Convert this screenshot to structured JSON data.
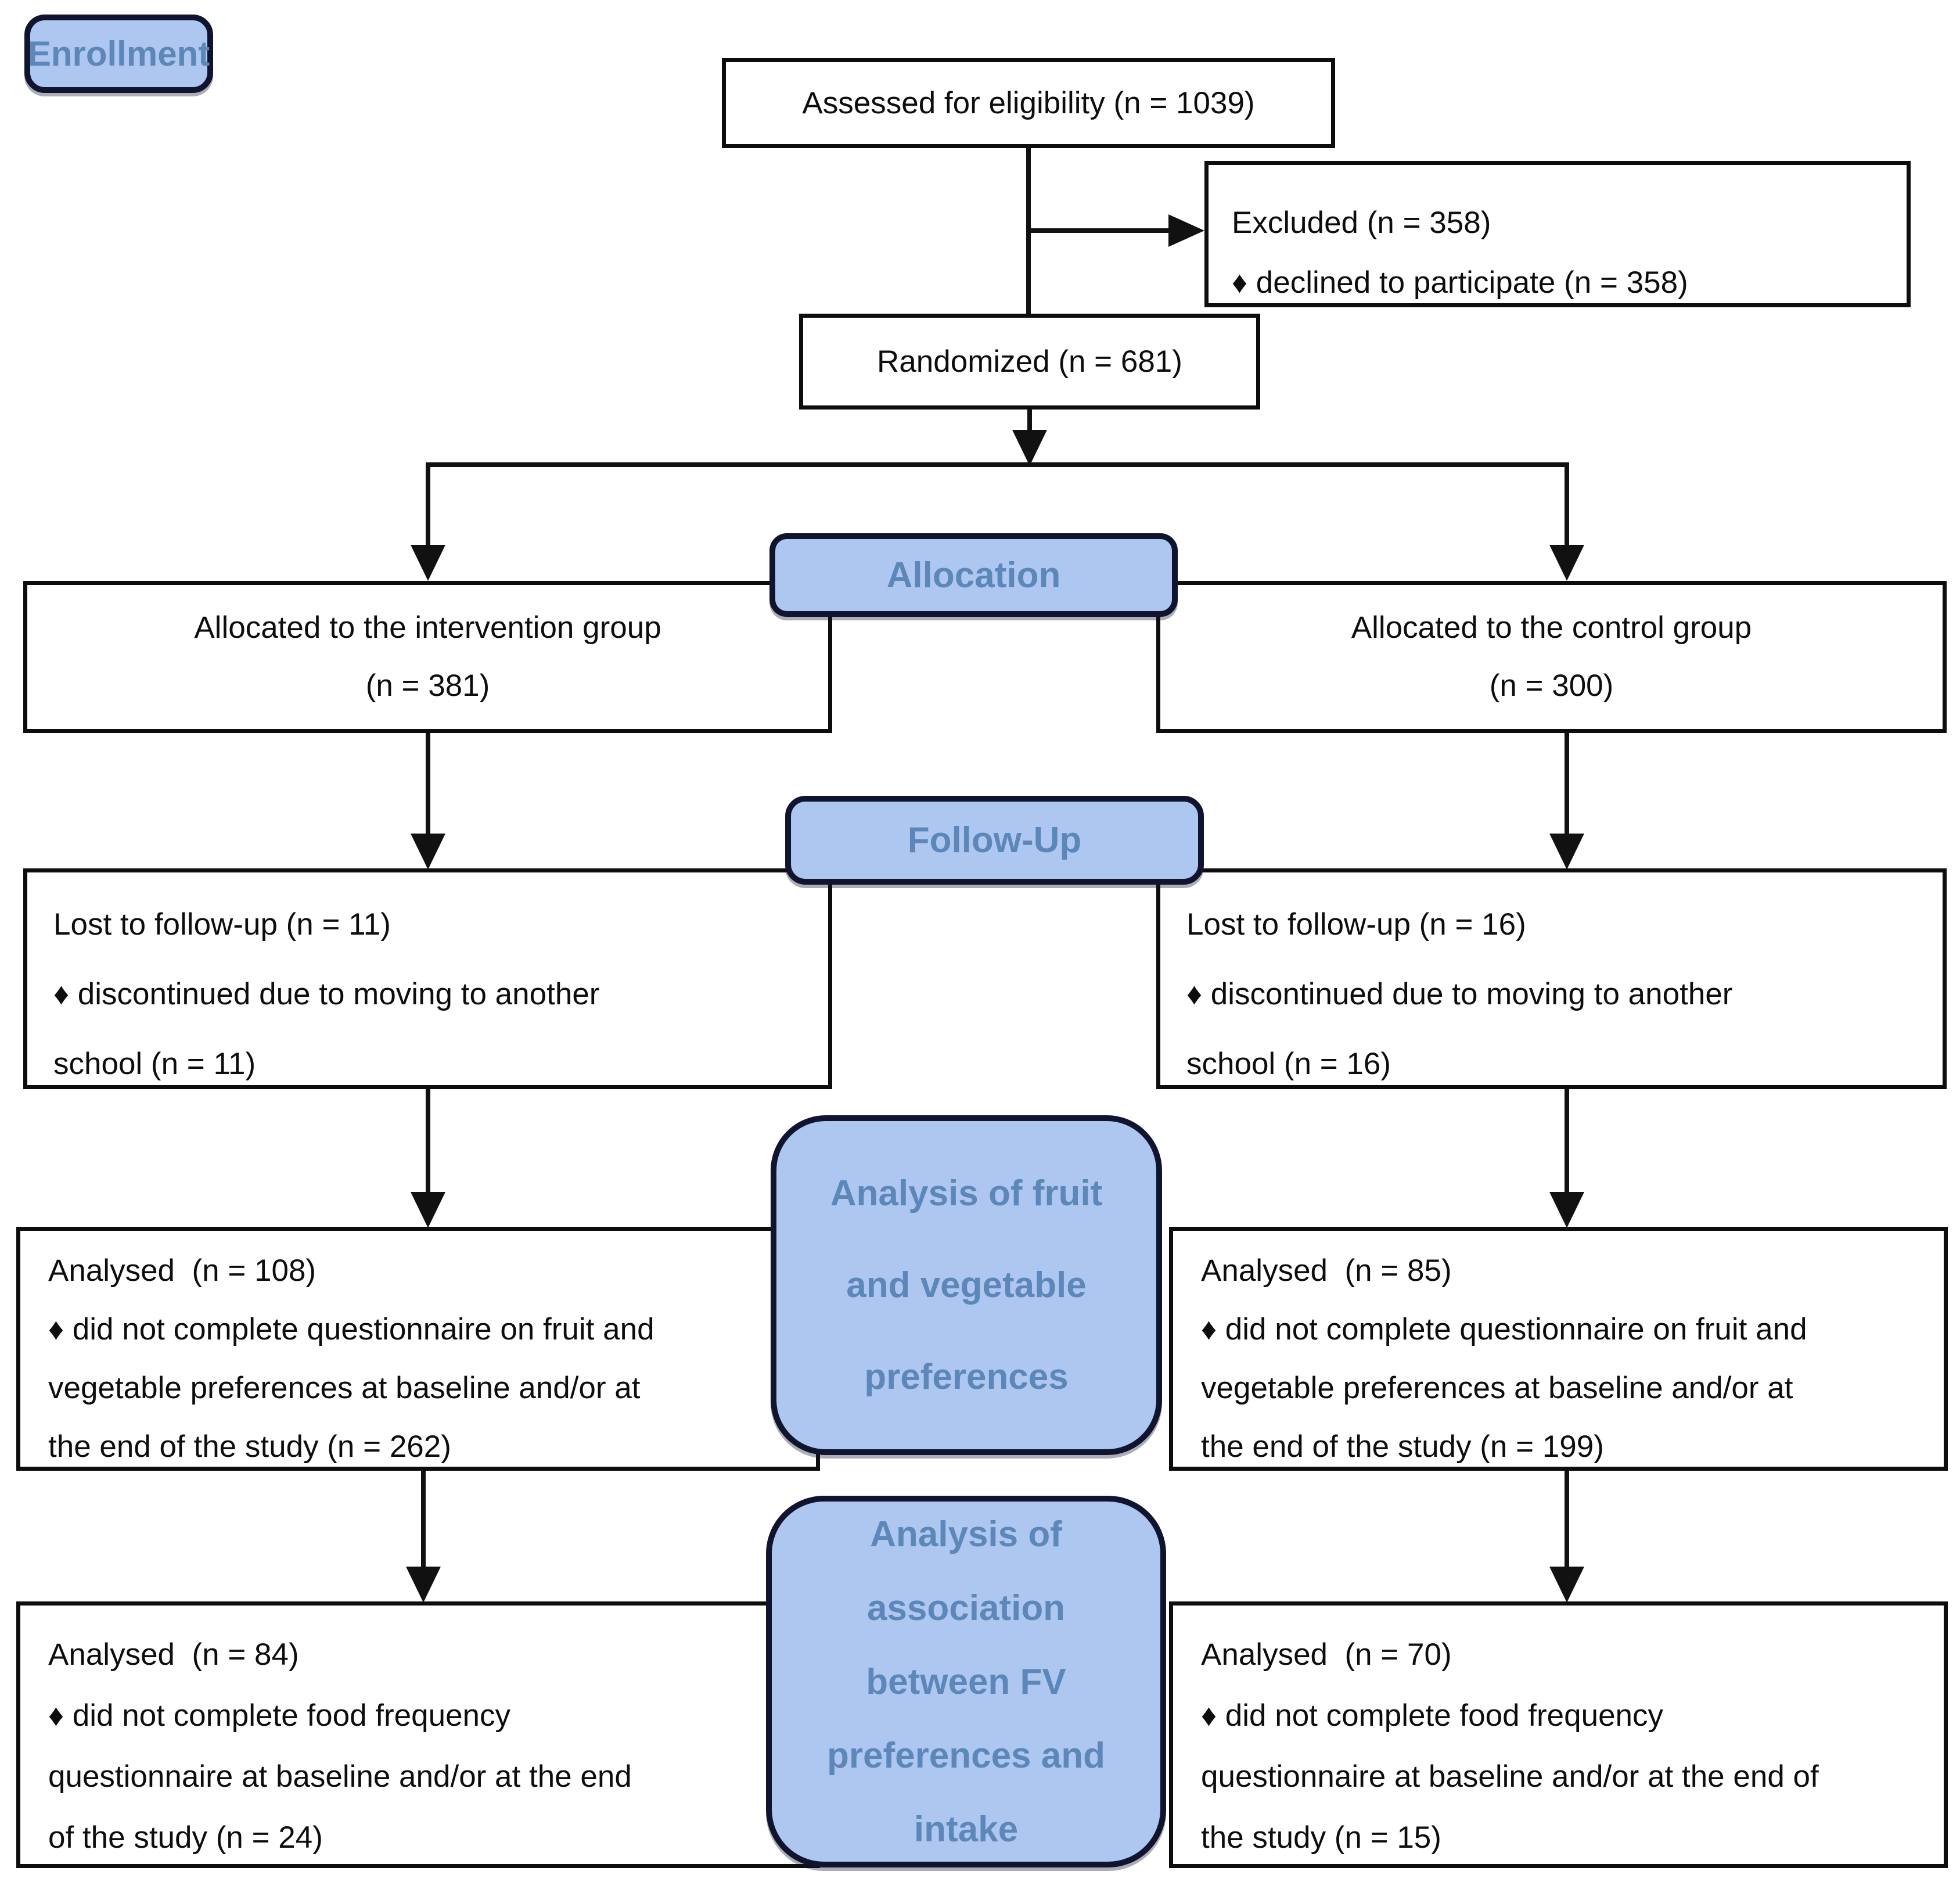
{
  "badges": {
    "enrollment": {
      "label": "Enrollment"
    },
    "allocation": {
      "label": "Allocation"
    },
    "follow_up": {
      "label": "Follow-Up"
    },
    "analysis_fv": {
      "lines": [
        "Analysis of fruit",
        "and vegetable",
        "preferences"
      ]
    },
    "analysis_assoc": {
      "lines": [
        "Analysis of",
        "association",
        "between FV",
        "preferences and",
        "intake"
      ]
    }
  },
  "boxes": {
    "assessed": {
      "lines": [
        "Assessed for eligibility (n = 1039)"
      ]
    },
    "excluded": {
      "lines": [
        "Excluded (n = 358)",
        "♦ declined to participate (n = 358)"
      ]
    },
    "randomized": {
      "lines": [
        "Randomized (n = 681)"
      ]
    },
    "alloc_intervention": {
      "lines": [
        "Allocated to the intervention group",
        "(n = 381)"
      ]
    },
    "alloc_control": {
      "lines": [
        "Allocated to the control group",
        "(n = 300)"
      ]
    },
    "lost_intervention": {
      "lines": [
        "Lost to follow-up (n = 11)",
        "♦ discontinued due to moving to another",
        "school (n = 11)"
      ]
    },
    "lost_control": {
      "lines": [
        "Lost to follow-up (n = 16)",
        "♦ discontinued due to moving to another",
        "school (n = 16)"
      ]
    },
    "analysed_fv_intervention": {
      "lines": [
        "Analysed  (n = 108)",
        "♦ did not complete questionnaire on fruit and",
        "vegetable preferences at baseline and/or at",
        "the end of the study (n = 262)"
      ]
    },
    "analysed_fv_control": {
      "lines": [
        "Analysed  (n = 85)",
        "♦ did not complete questionnaire on fruit and",
        "vegetable preferences at baseline and/or at",
        "the end of the study (n = 199)"
      ]
    },
    "analysed_ffq_intervention": {
      "lines": [
        "Analysed  (n = 84)",
        "♦ did not complete food frequency",
        "questionnaire at baseline and/or at the end",
        "of the study (n = 24)"
      ]
    },
    "analysed_ffq_control": {
      "lines": [
        "Analysed  (n = 70)",
        "♦ did not complete food frequency",
        "questionnaire at baseline and/or at the end of",
        "the study (n = 15)"
      ]
    }
  },
  "colors": {
    "badge_fill": "#aec7f0",
    "badge_border": "#10142f",
    "badge_text": "#5c87b8",
    "box_border": "#0d0d0d",
    "connector": "#111111",
    "background": "#ffffff"
  }
}
